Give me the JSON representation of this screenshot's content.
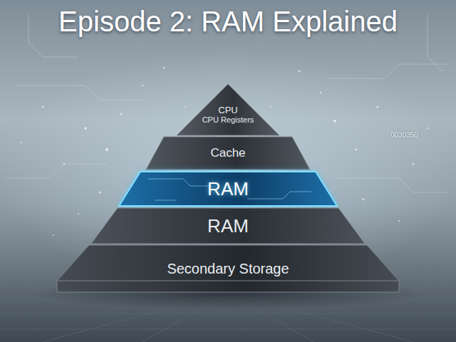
{
  "diagram": {
    "title": "Episode 2: RAM Explained",
    "nodes": [
      {
        "text": [
          "CPU",
          "CPU Registers"
        ]
      },
      {
        "text": [
          "Cache"
        ]
      },
      {
        "text": [
          "RAM"
        ]
      },
      {
        "text": [
          "RAM"
        ]
      },
      {
        "text": [
          "Secondary Storage"
        ]
      }
    ],
    "labels": [
      "0030350"
    ]
  }
}
